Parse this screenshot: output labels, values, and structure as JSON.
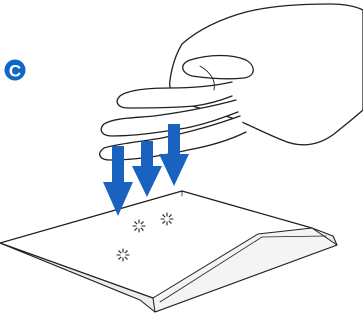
{
  "step_badge": {
    "label": "C",
    "color": "#1166c8"
  },
  "illustration": {
    "hand_icon": "three-finger-hand-icon",
    "touchpad_icon": "touchpad-icon",
    "gesture": "three-finger-tap",
    "arrow_color": "#1a62c0",
    "arrow_count": 3,
    "tap_point_count": 3,
    "outline_color": "#231f20"
  }
}
